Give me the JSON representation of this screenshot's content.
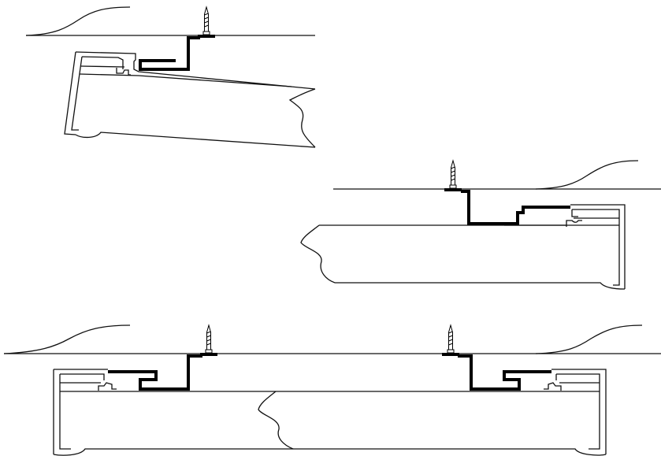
{
  "diagram": {
    "type": "technical-section-drawing",
    "views": [
      {
        "id": "view-1",
        "screws": 1,
        "brackets": 1,
        "tilted": true
      },
      {
        "id": "view-2",
        "screws": 1,
        "brackets": 1,
        "tilted": false
      },
      {
        "id": "view-3",
        "screws": 2,
        "brackets": 2,
        "tilted": false
      }
    ],
    "colors": {
      "line": "#111111",
      "bracket": "#000000",
      "background": "#ffffff"
    },
    "icons": [
      "screw-icon"
    ]
  }
}
